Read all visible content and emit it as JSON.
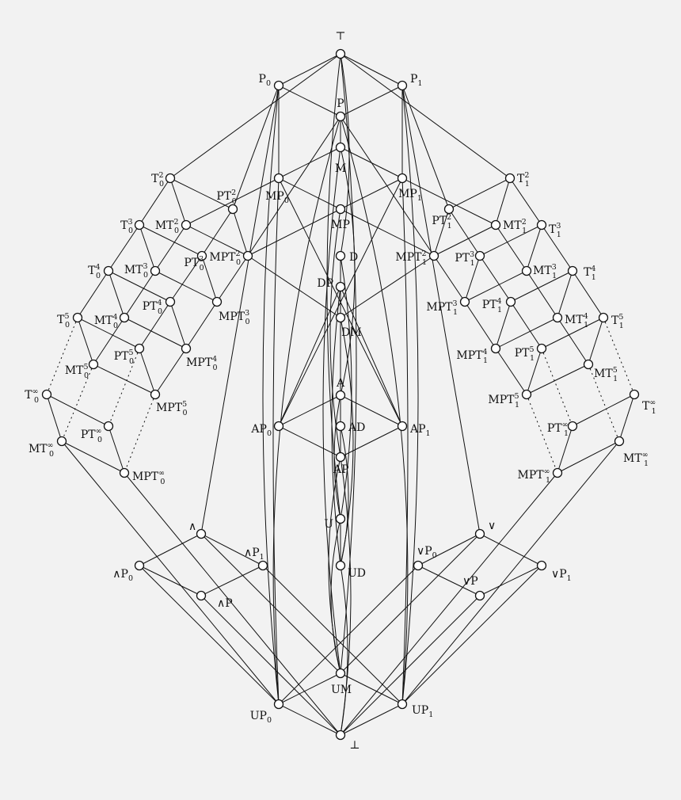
{
  "diagram": {
    "colors": {
      "background": "#f2f2f2",
      "stroke": "#111111",
      "node_fill": "#ffffff"
    },
    "nodes": [
      {
        "id": "top",
        "text": "⊤",
        "sub": "",
        "sup": ""
      },
      {
        "id": "P0",
        "text": "P",
        "sub": "0",
        "sup": ""
      },
      {
        "id": "P1",
        "text": "P",
        "sub": "1",
        "sup": ""
      },
      {
        "id": "P",
        "text": "P",
        "sub": "",
        "sup": ""
      },
      {
        "id": "M",
        "text": "M",
        "sub": "",
        "sup": ""
      },
      {
        "id": "MP0",
        "text": "MP",
        "sub": "0",
        "sup": ""
      },
      {
        "id": "MP1",
        "text": "MP",
        "sub": "1",
        "sup": ""
      },
      {
        "id": "MP",
        "text": "MP",
        "sub": "",
        "sup": ""
      },
      {
        "id": "T0_2",
        "text": "T",
        "sub": "0",
        "sup": "2"
      },
      {
        "id": "T1_2",
        "text": "T",
        "sub": "1",
        "sup": "2"
      },
      {
        "id": "PT0_2",
        "text": "PT",
        "sub": "0",
        "sup": "2"
      },
      {
        "id": "PT1_2",
        "text": "PT",
        "sub": "1",
        "sup": "2"
      },
      {
        "id": "MT0_2",
        "text": "MT",
        "sub": "0",
        "sup": "2"
      },
      {
        "id": "MT1_2",
        "text": "MT",
        "sub": "1",
        "sup": "2"
      },
      {
        "id": "T0_3",
        "text": "T",
        "sub": "0",
        "sup": "3"
      },
      {
        "id": "T1_3",
        "text": "T",
        "sub": "1",
        "sup": "3"
      },
      {
        "id": "MPT0_2",
        "text": "MPT",
        "sub": "0",
        "sup": "2"
      },
      {
        "id": "MPT1_2",
        "text": "MPT",
        "sub": "1",
        "sup": "2"
      },
      {
        "id": "PT0_3",
        "text": "PT",
        "sub": "0",
        "sup": "3"
      },
      {
        "id": "PT1_3",
        "text": "PT",
        "sub": "1",
        "sup": "3"
      },
      {
        "id": "MT0_3",
        "text": "MT",
        "sub": "0",
        "sup": "3"
      },
      {
        "id": "MT1_3",
        "text": "MT",
        "sub": "1",
        "sup": "3"
      },
      {
        "id": "T0_4",
        "text": "T",
        "sub": "0",
        "sup": "4"
      },
      {
        "id": "T1_4",
        "text": "T",
        "sub": "1",
        "sup": "4"
      },
      {
        "id": "D",
        "text": "D",
        "sub": "",
        "sup": ""
      },
      {
        "id": "DP",
        "text": "DP",
        "sub": "",
        "sup": ""
      },
      {
        "id": "DM",
        "text": "DM",
        "sub": "",
        "sup": ""
      },
      {
        "id": "MPT0_3",
        "text": "MPT",
        "sub": "0",
        "sup": "3"
      },
      {
        "id": "MPT1_3",
        "text": "MPT",
        "sub": "1",
        "sup": "3"
      },
      {
        "id": "PT0_4",
        "text": "PT",
        "sub": "0",
        "sup": "4"
      },
      {
        "id": "PT1_4",
        "text": "PT",
        "sub": "1",
        "sup": "4"
      },
      {
        "id": "MT0_4",
        "text": "MT",
        "sub": "0",
        "sup": "4"
      },
      {
        "id": "MT1_4",
        "text": "MT",
        "sub": "1",
        "sup": "4"
      },
      {
        "id": "T0_5",
        "text": "T",
        "sub": "0",
        "sup": "5"
      },
      {
        "id": "T1_5",
        "text": "T",
        "sub": "1",
        "sup": "5"
      },
      {
        "id": "MPT0_4",
        "text": "MPT",
        "sub": "0",
        "sup": "4"
      },
      {
        "id": "MPT1_4",
        "text": "MPT",
        "sub": "1",
        "sup": "4"
      },
      {
        "id": "PT0_5",
        "text": "PT",
        "sub": "0",
        "sup": "5"
      },
      {
        "id": "PT1_5",
        "text": "PT",
        "sub": "1",
        "sup": "5"
      },
      {
        "id": "MT0_5",
        "text": "MT",
        "sub": "0",
        "sup": "5"
      },
      {
        "id": "MT1_5",
        "text": "MT",
        "sub": "1",
        "sup": "5"
      },
      {
        "id": "MPT0_5",
        "text": "MPT",
        "sub": "0",
        "sup": "5"
      },
      {
        "id": "MPT1_5",
        "text": "MPT",
        "sub": "1",
        "sup": "5"
      },
      {
        "id": "T0_inf",
        "text": "T",
        "sub": "0",
        "sup": "∞"
      },
      {
        "id": "T1_inf",
        "text": "T",
        "sub": "1",
        "sup": "∞"
      },
      {
        "id": "PT0_inf",
        "text": "PT",
        "sub": "0",
        "sup": "∞"
      },
      {
        "id": "PT1_inf",
        "text": "PT",
        "sub": "1",
        "sup": "∞"
      },
      {
        "id": "MT0_inf",
        "text": "MT",
        "sub": "0",
        "sup": "∞"
      },
      {
        "id": "MT1_inf",
        "text": "MT",
        "sub": "1",
        "sup": "∞"
      },
      {
        "id": "MPT0_inf",
        "text": "MPT",
        "sub": "0",
        "sup": "∞"
      },
      {
        "id": "MPT1_inf",
        "text": "MPT",
        "sub": "1",
        "sup": "∞"
      },
      {
        "id": "A",
        "text": "A",
        "sub": "",
        "sup": ""
      },
      {
        "id": "AP0",
        "text": "AP",
        "sub": "0",
        "sup": ""
      },
      {
        "id": "AP1",
        "text": "AP",
        "sub": "1",
        "sup": ""
      },
      {
        "id": "AD",
        "text": "AD",
        "sub": "",
        "sup": ""
      },
      {
        "id": "AP",
        "text": "AP",
        "sub": "",
        "sup": ""
      },
      {
        "id": "U",
        "text": "U",
        "sub": "",
        "sup": ""
      },
      {
        "id": "UD",
        "text": "UD",
        "sub": "",
        "sup": ""
      },
      {
        "id": "AND",
        "text": "∧",
        "sub": "",
        "sup": ""
      },
      {
        "id": "OR",
        "text": "∨",
        "sub": "",
        "sup": ""
      },
      {
        "id": "ANDP0",
        "text": "∧P",
        "sub": "0",
        "sup": ""
      },
      {
        "id": "ANDP1",
        "text": "∧P",
        "sub": "1",
        "sup": ""
      },
      {
        "id": "ANDP",
        "text": "∧P",
        "sub": "",
        "sup": ""
      },
      {
        "id": "ORP0",
        "text": "∨P",
        "sub": "0",
        "sup": ""
      },
      {
        "id": "ORP1",
        "text": "∨P",
        "sub": "1",
        "sup": ""
      },
      {
        "id": "ORP",
        "text": "∨P",
        "sub": "",
        "sup": ""
      },
      {
        "id": "UM",
        "text": "UM",
        "sub": "",
        "sup": ""
      },
      {
        "id": "UP0",
        "text": "UP",
        "sub": "0",
        "sup": ""
      },
      {
        "id": "UP1",
        "text": "UP",
        "sub": "1",
        "sup": ""
      },
      {
        "id": "bottom",
        "text": "⊥",
        "sub": "",
        "sup": ""
      }
    ]
  }
}
